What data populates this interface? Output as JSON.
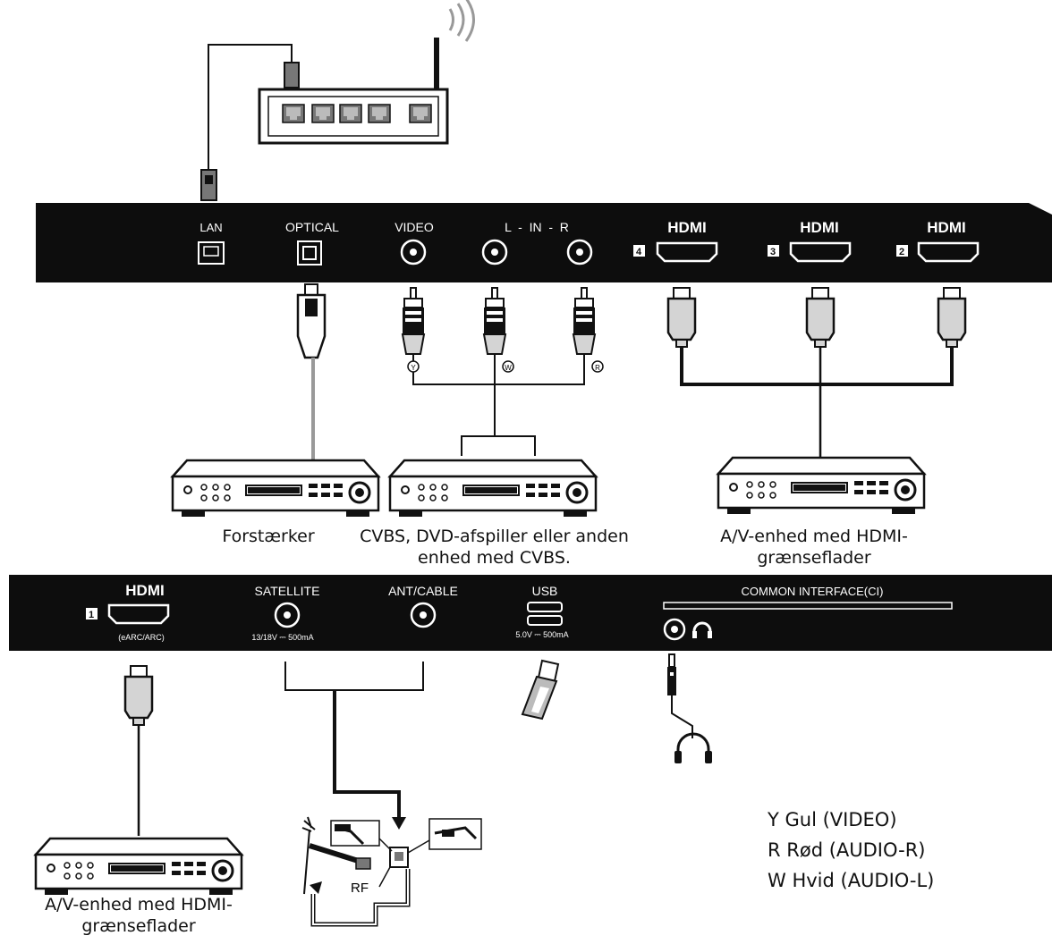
{
  "panel_top": {
    "ports": {
      "lan": "LAN",
      "optical": "OPTICAL",
      "video": "VIDEO",
      "audio_in": "L  -  IN  -  R",
      "hdmi_logo": "HDMI",
      "hdmi4_number": "4",
      "hdmi3_number": "3",
      "hdmi2_number": "2"
    }
  },
  "panel_bottom": {
    "ports": {
      "hdmi_logo": "HDMI",
      "hdmi1_number": "1",
      "hdmi1_sub": "(eARC/ARC)",
      "satellite": "SATELLITE",
      "satellite_spec": "13/18V ⎓ 500mA",
      "ant_cable": "ANT/CABLE",
      "usb": "USB",
      "usb_spec": "5.0V ⎓ 500mA",
      "ci": "COMMON INTERFACE(CI)"
    }
  },
  "plug_marks": {
    "yellow": "Y",
    "white": "W",
    "red": "R"
  },
  "devices": {
    "amplifier": "Forstærker",
    "cvbs_device": "CVBS, DVD-afspiller eller anden enhed med CVBS.",
    "av_hdmi_right": "A/V-enhed med HDMI-grænseflader",
    "av_hdmi_bottom": "A/V-enhed med HDMI-grænseflader"
  },
  "rf_label": "RF",
  "legend": {
    "y": "Y Gul (VIDEO)",
    "r": "R Rød (AUDIO-R)",
    "w": "W Hvid (AUDIO-L)"
  },
  "colors": {
    "panel": "#0d0d0d",
    "line": "#111111",
    "plug_fill": "#d4d4d4"
  }
}
